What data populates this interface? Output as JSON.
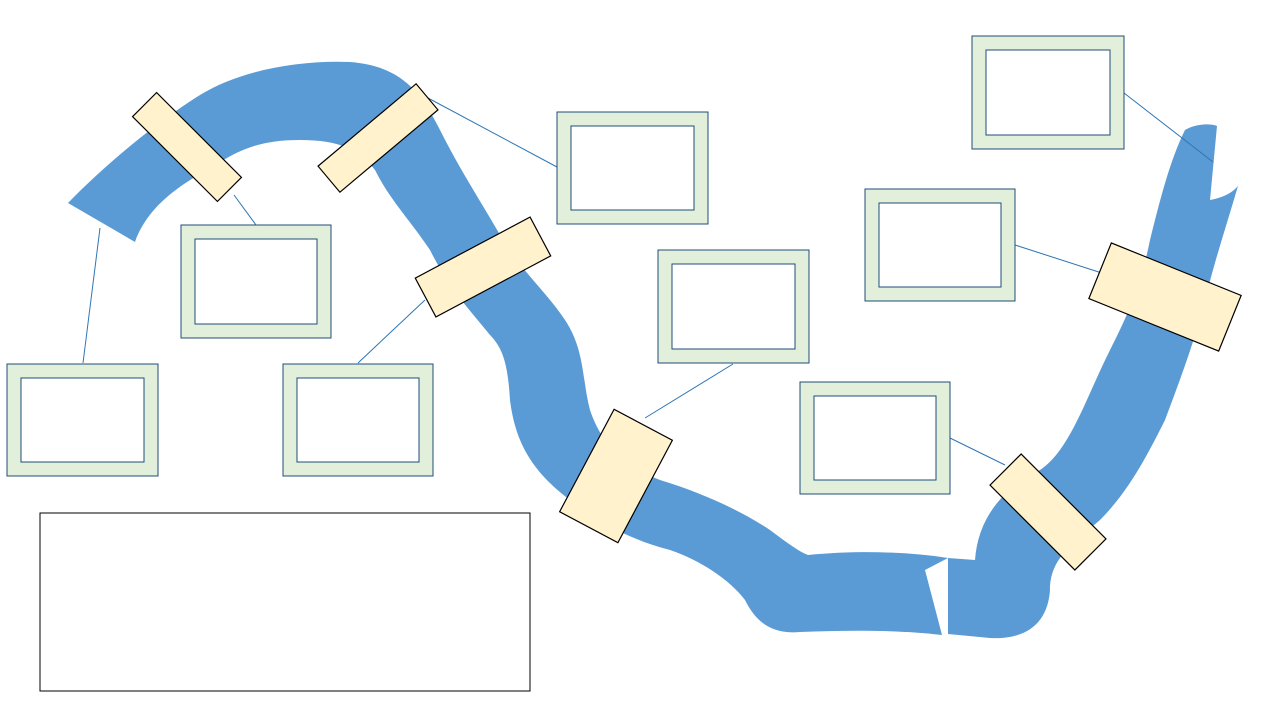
{
  "colors": {
    "river": "#5b9bd5",
    "bridge_fill": "#fff2cc",
    "box_frame": "#e2efda",
    "box_border": "#1f4e79",
    "link_line": "#2e75b6"
  },
  "diagram": {
    "bridges": [
      {
        "id": "bridge-1",
        "label": ""
      },
      {
        "id": "bridge-2",
        "label": ""
      },
      {
        "id": "bridge-3",
        "label": ""
      },
      {
        "id": "bridge-4",
        "label": ""
      },
      {
        "id": "bridge-5",
        "label": ""
      },
      {
        "id": "bridge-6",
        "label": ""
      }
    ],
    "boxes": [
      {
        "id": "box-1",
        "text": ""
      },
      {
        "id": "box-2",
        "text": ""
      },
      {
        "id": "box-3",
        "text": ""
      },
      {
        "id": "box-4",
        "text": ""
      },
      {
        "id": "box-5",
        "text": ""
      },
      {
        "id": "box-6",
        "text": ""
      },
      {
        "id": "box-7",
        "text": ""
      },
      {
        "id": "box-8",
        "text": ""
      }
    ],
    "notes": {
      "text": ""
    }
  }
}
